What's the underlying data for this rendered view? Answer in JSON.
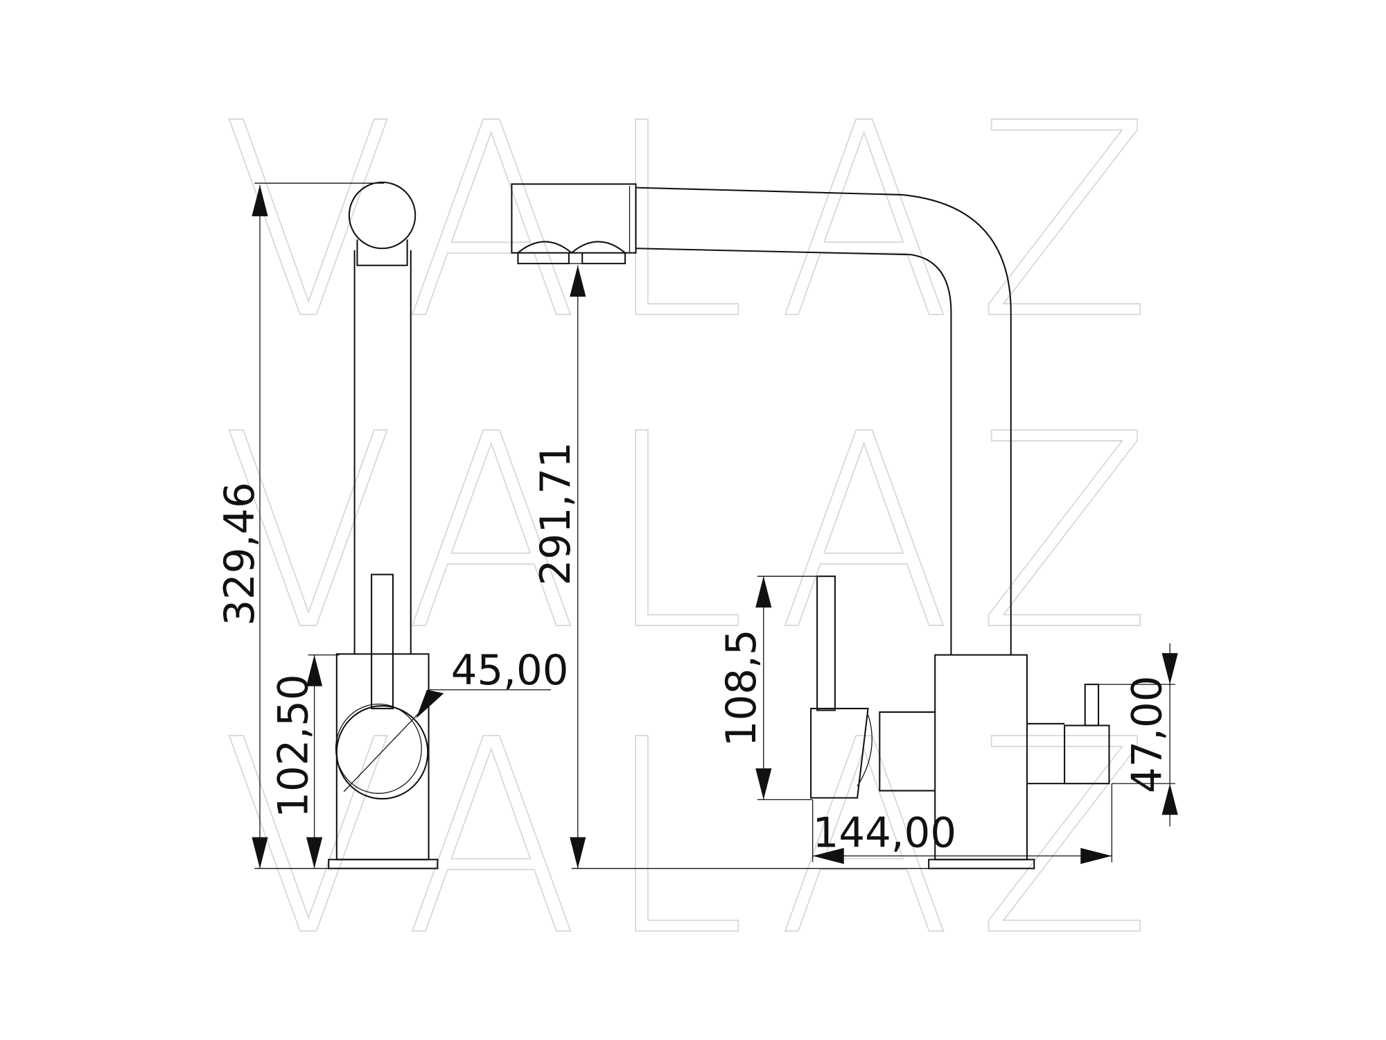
{
  "watermark": "VALAZ",
  "dimensions": {
    "total_height": "329,46",
    "spout_height": "291,71",
    "body_height": "102,50",
    "body_diameter": "45,00",
    "handle_height": "108,5",
    "spout_reach": "144,00",
    "side_inlet_height": "47,00"
  },
  "colors": {
    "line": "#111111",
    "watermark": "#d4d4d4"
  }
}
